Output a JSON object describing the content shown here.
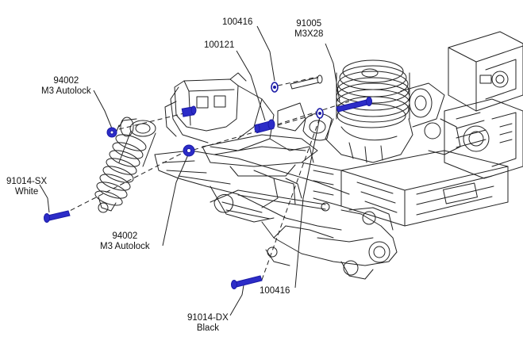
{
  "callouts": {
    "c100416_top": {
      "line1": "100416"
    },
    "c91005": {
      "line1": "91005",
      "line2": "M3X28"
    },
    "c100121": {
      "line1": "100121"
    },
    "c94002_top": {
      "line1": "94002",
      "line2": "M3 Autolock"
    },
    "c91014_sx": {
      "line1": "91014-SX",
      "line2": "White"
    },
    "c94002_mid": {
      "line1": "94002",
      "line2": "M3 Autolock"
    },
    "c100416_bottom": {
      "line1": "100416"
    },
    "c91014_dx": {
      "line1": "91014-DX",
      "line2": "Black"
    }
  },
  "colors": {
    "line_art": "#222222",
    "hardware": "#1a1aa6",
    "background": "#ffffff"
  }
}
